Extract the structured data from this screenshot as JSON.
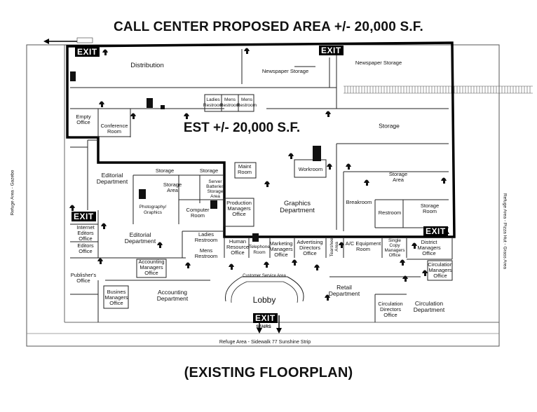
{
  "header": {
    "title": "CALL CENTER PROPOSED AREA   +/- 20,000 S.F."
  },
  "caption": "(EXISTING FLOORPLAN)",
  "highlight": {
    "label": "EST +/- 20,000 S.F."
  },
  "exits": {
    "label": "EXIT"
  },
  "stairs": {
    "label": "STAIRS"
  },
  "sides": {
    "left": "Refuge Area - Gazebo",
    "right": "Refuge Area - Pizza Hut - Grass Area",
    "bottom": "Refuge Area - Sidewalk 77 Sunshine Strip"
  },
  "rooms": {
    "distribution": "Distribution",
    "newspaper_storage_1": "Newspaper Storage",
    "newspaper_storage_2": "Newspaper Storage",
    "ladies_restroom_1": "Ladies\nRestroom",
    "mens_restroom_1": "Mens\nRestroom",
    "mens_restroom_2": "Mens\nRestroom",
    "empty_office": "Empty\nOffice",
    "conference_room": "Conference\nRoom",
    "storage_1": "Storage",
    "editorial_dept_1": "Editorial\nDepartment",
    "storage_2": "Storage",
    "storage_3": "Storage",
    "storage_area_1": "Storage\nArea",
    "server_room": "Server\nBatteries\nStorage\nArea",
    "maint_room": "Maint\nRoom",
    "workroom": "Workroom",
    "graphics_dept": "Graphics\nDepartment",
    "storage_area_2": "Storage\nArea",
    "breakroom": "Breakroom",
    "restroom": "Restroom",
    "storage_room": "Storage\nRoom",
    "photography": "Photography/\nGraphics",
    "computer_room": "Computer\nRoom",
    "production_managers": "Production\nManagers\nOffice",
    "internet_editors": "Internet\nEditors\nOffice",
    "editors_office": "Editors\nOffice",
    "editorial_dept_2": "Editorial\nDepartment",
    "ladies_restroom_2": "Ladies\nRestroom",
    "mens_restroom_3": "Mens\nRestroom",
    "human_resource": "Human\nResource\nOffice",
    "telephone_room": "Telephone\nRoom",
    "marketing_managers": "Marketing\nManagers\nOffice",
    "advertising_directors": "Advertising\nDirectors\nOffice",
    "tearsheet_area": "Tearsheet\nArea",
    "ac_equipment": "A/C Equipment\nRoom",
    "single_copy_managers": "Single\nCopy\nManagers\nOffice",
    "district_managers": "District\nManagers\nOffice",
    "accounting_managers": "Accounting\nManagers\nOffice",
    "publishers_office": "Publisher's\nOffice",
    "circulation_managers": "Circulation\nManagers\nOffice",
    "business_managers": "Busines\nManagers\nOffice",
    "accounting_dept": "Accounting\nDepartment",
    "customer_service": "Customer Service Area",
    "lobby": "Lobby",
    "retail_dept": "Retail\nDepartment",
    "circulation_directors": "Circulation\nDirectors\nOffice",
    "circulation_dept": "Circulation\nDepartment"
  }
}
